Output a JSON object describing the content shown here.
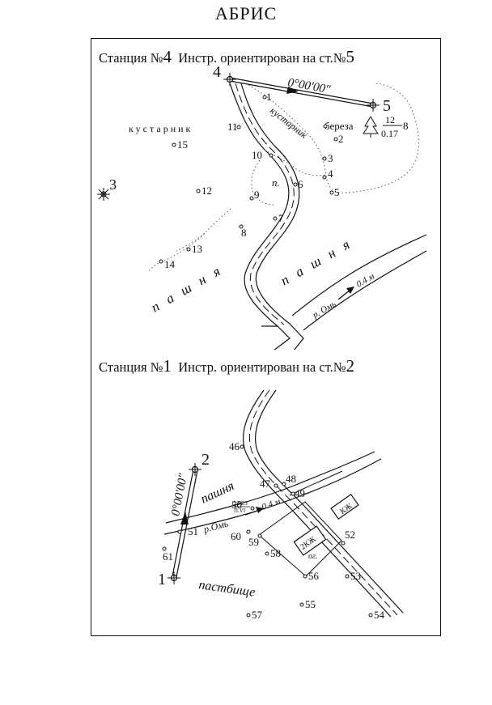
{
  "title": "АБРИС",
  "top_panel": {
    "station_label": "Станция №",
    "station_number": "4",
    "oriented_label": "Инстр. ориентирован на ст.№",
    "oriented_number": "5",
    "angle": "0°00′00″",
    "station_a": "4",
    "station_b": "5",
    "station_3": "3",
    "bush_label_left": "кустарник",
    "bush_label_diag": "кустарник",
    "birch_label": "береза",
    "birch_num": "12",
    "birch_den": "0.17",
    "road_letter": "п.",
    "field_left": "п а ш н я",
    "field_right": "п а ш н я",
    "river_label": "р. Омь",
    "river_depth": "0.4 м",
    "points": [
      "1",
      "2",
      "3",
      "4",
      "5",
      "6",
      "7",
      "8",
      "8",
      "9",
      "10",
      "11",
      "12",
      "13",
      "14",
      "15"
    ]
  },
  "bottom_panel": {
    "station_label": "Станция №",
    "station_number": "1",
    "oriented_label": "Инстр. ориентирован на ст.№",
    "oriented_number": "2",
    "angle": "0°00′00″",
    "station_a": "1",
    "station_b": "2",
    "field_label": "пашня",
    "pasture_label": "пастбище",
    "river_label": "р.Омь",
    "river_depth": "0.4 м",
    "urez_top": "УРЕЗ",
    "urez_bottom": "П.VI",
    "bldg_1": "КЖ",
    "bldg_2": "2КЖ",
    "garden": "ог.",
    "points": [
      "46",
      "47",
      "48",
      "49",
      "50",
      "51",
      "52",
      "53",
      "54",
      "55",
      "56",
      "57",
      "58",
      "59",
      "60",
      "61"
    ]
  }
}
